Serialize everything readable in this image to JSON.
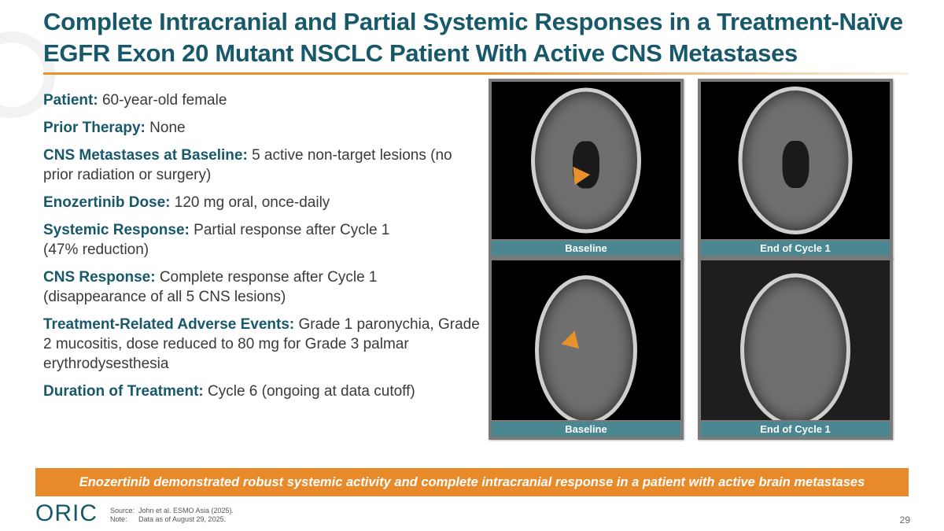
{
  "title": "Complete Intracranial and Partial Systemic Responses in a Treatment-Naïve EGFR Exon 20 Mutant NSCLC Patient With Active CNS Metastases",
  "details": [
    {
      "label": "Patient:",
      "text": "60-year-old female"
    },
    {
      "label": "Prior Therapy:",
      "text": "None"
    },
    {
      "label": "CNS Metastases at Baseline:",
      "text": "5 active non-target lesions (no prior radiation or surgery)"
    },
    {
      "label": "Enozertinib Dose:",
      "text": "120 mg oral, once-daily"
    },
    {
      "label": "Systemic Response:",
      "text": "Partial response after Cycle 1 (47% reduction)"
    },
    {
      "label": "CNS Response:",
      "text": "Complete response after Cycle 1 (disappearance of all 5 CNS lesions)"
    },
    {
      "label": "Treatment-Related Adverse Events:",
      "text": "Grade 1 paronychia, Grade 2 mucositis, dose reduced to 80 mg for Grade 3 palmar erythrodysesthesia"
    },
    {
      "label": "Duration of Treatment:",
      "text": "Cycle 6 (ongoing at data cutoff)"
    }
  ],
  "images": [
    {
      "caption": "Baseline"
    },
    {
      "caption": "End of Cycle 1"
    },
    {
      "caption": "Baseline"
    },
    {
      "caption": "End of Cycle 1"
    }
  ],
  "banner": "Enozertinib demonstrated robust systemic activity and complete intracranial response in a patient with active brain metastases",
  "footer": {
    "logo": "ORIC",
    "source_label": "Source:",
    "source": "John et al. ESMO Asia (2025).",
    "note_label": "Note:",
    "note": "Data as of August 29, 2025.",
    "page": "29"
  },
  "colors": {
    "accent": "#e8892a",
    "brand": "#17586a",
    "caption": "#4a8790"
  }
}
